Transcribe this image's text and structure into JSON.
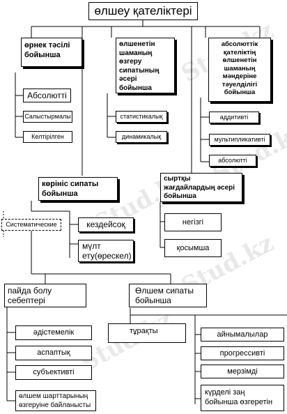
{
  "title": "өлшеу қателіктері",
  "branches": {
    "method": {
      "label": "өрнек тәсілі бойынша",
      "items": [
        "Абсолютті",
        "Салыстырмалы",
        "Келтірілген"
      ]
    },
    "change": {
      "label": "өлшенетін шаманың өзгеру сипатының әсері бойынша",
      "items": [
        "статистикалық",
        "динамикалық"
      ]
    },
    "dependence": {
      "label": "абсолюттік қателіктің өлшенетін шаманың мәндеріне тәуелділігі бойынша",
      "items": [
        "аддитивті",
        "мультипликативті",
        "абсолютті"
      ]
    },
    "nature": {
      "label": "көрініс сипаты бойынша",
      "items": [
        "Систематические",
        "кездейсоқ",
        "мүлт ету(өрескел)"
      ]
    },
    "external": {
      "label": "сыртқы жағдайлардың әсері бойынша",
      "items": [
        "негізгі",
        "қосымша"
      ]
    },
    "origin": {
      "label": "пайда болу себептері бойынша",
      "items": [
        "әдістемелік",
        "аспаптық",
        "субъективті",
        "өлшем шарттарының өзгеруіне байланысты"
      ]
    },
    "measure": {
      "label": "Өлшем сипаты бойынша",
      "items": [
        "тұрақты",
        "айнымалылар",
        "прогрессивті",
        "мерзімді",
        "күрделі заң бойынша өзгеретін"
      ]
    }
  },
  "watermark": "Stud.kz"
}
